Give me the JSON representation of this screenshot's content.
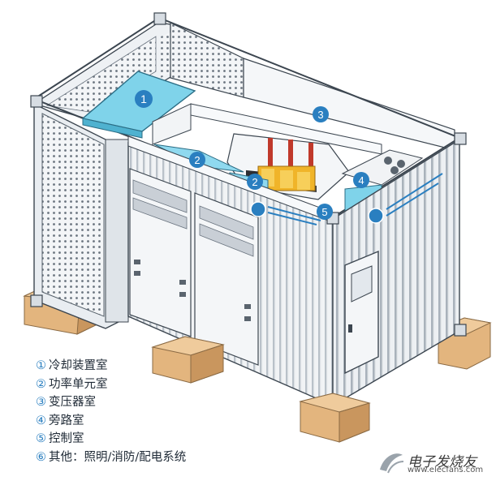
{
  "badges": [
    {
      "id": "cooling",
      "label": "1"
    },
    {
      "id": "power-left",
      "label": "2"
    },
    {
      "id": "power-mid",
      "label": "2"
    },
    {
      "id": "transformer",
      "label": "3"
    },
    {
      "id": "bypass",
      "label": "4"
    },
    {
      "id": "control",
      "label": "5"
    }
  ],
  "legend": [
    {
      "num": "①",
      "text": "冷却装置室"
    },
    {
      "num": "②",
      "text": "功率单元室"
    },
    {
      "num": "③",
      "text": "变压器室"
    },
    {
      "num": "④",
      "text": "旁路室"
    },
    {
      "num": "⑤",
      "text": "控制室"
    },
    {
      "num": "⑥",
      "text": "其他：照明/消防/配电系统"
    }
  ],
  "watermark": {
    "text": "电子发烧友",
    "url": "www.elecfans.com"
  },
  "colors": {
    "accent_blue": "#2a7fc0",
    "panel_cyan": "#7fd3ea",
    "wood": "#e3b57e",
    "steel": "#f2f4f6",
    "outline": "#3c4650"
  }
}
